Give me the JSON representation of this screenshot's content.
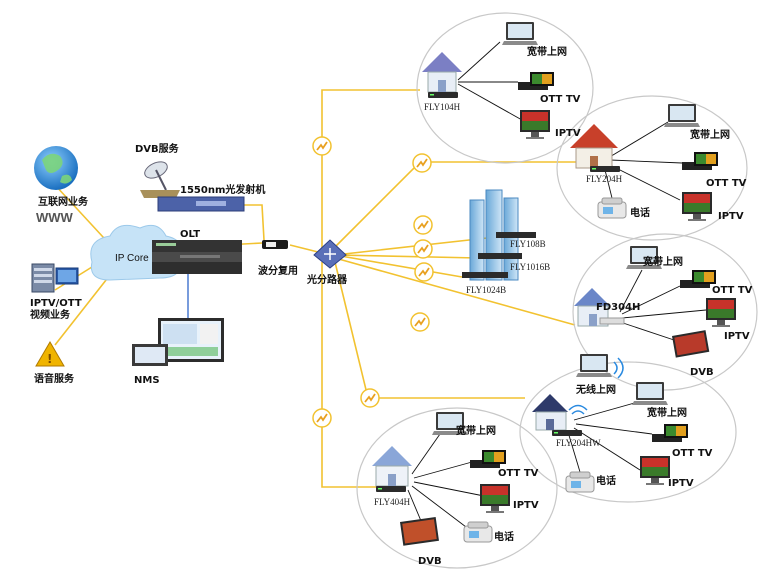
{
  "left": {
    "internet": "互联网业务",
    "www": "WWW",
    "iptv_ott_line1": "IPTV/OTT",
    "iptv_ott_line2": "视频业务",
    "voice": "语音服务",
    "ip_core": "IP Core",
    "nms": "NMS",
    "dvb_service": "DVB服务",
    "transmitter": "1550nm光发射机",
    "olt": "OLT",
    "wdm": "波分复用",
    "splitter": "光分路器"
  },
  "buildings": {
    "b1": "FLY108B",
    "b2": "FLY1016B",
    "b3": "FLY1024B"
  },
  "clusters": {
    "fly104h": {
      "device": "FLY104H",
      "items": [
        "宽带上网",
        "OTT TV",
        "IPTV"
      ]
    },
    "fly204h": {
      "device": "FLY204H",
      "items": [
        "宽带上网",
        "OTT TV",
        "电话",
        "IPTV"
      ]
    },
    "fd304h": {
      "device": "FD304H",
      "items": [
        "宽带上网",
        "OTT TV",
        "IPTV",
        "DVB"
      ]
    },
    "fly204hw": {
      "device": "FLY204HW",
      "items": [
        "无线上网",
        "宽带上网",
        "OTT TV",
        "电话",
        "IPTV"
      ]
    },
    "fly404h": {
      "device": "FLY404H",
      "items": [
        "宽带上网",
        "OTT TV",
        "IPTV",
        "电话",
        "DVB"
      ]
    }
  },
  "colors": {
    "fiber": "#f2c230",
    "ellipse_stroke": "#c8c8c8",
    "house_roof_blue": "#7b7fc4",
    "house_roof_red": "#c8402a",
    "cloud": "#c6e3f7",
    "splitter": "#5a6fb8"
  }
}
